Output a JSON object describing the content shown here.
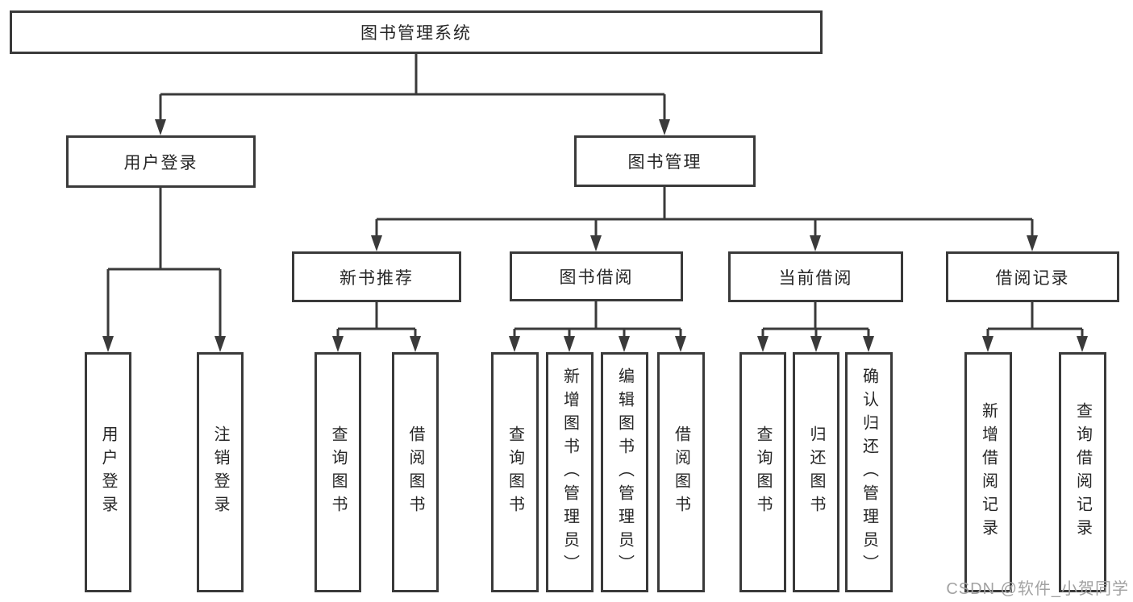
{
  "colors": {
    "line": "#3a3a3a",
    "box_border": "#3a3a3a",
    "text": "#262626",
    "watermark": "#a2a2a2",
    "background": "#ffffff"
  },
  "diagram": {
    "root": {
      "label": "图书管理系统"
    },
    "branches": [
      {
        "label": "用户登录",
        "children": [
          {
            "label": "用户登录"
          },
          {
            "label": "注销登录"
          }
        ]
      },
      {
        "label": "图书管理",
        "children": [
          {
            "label": "新书推荐",
            "children": [
              {
                "label": "查询图书"
              },
              {
                "label": "借阅图书"
              }
            ]
          },
          {
            "label": "图书借阅",
            "children": [
              {
                "label": "查询图书"
              },
              {
                "label": "新增图书（管理员）"
              },
              {
                "label": "编辑图书（管理员）"
              },
              {
                "label": "借阅图书"
              }
            ]
          },
          {
            "label": "当前借阅",
            "children": [
              {
                "label": "查询图书"
              },
              {
                "label": "归还图书"
              },
              {
                "label": "确认归还（管理员）"
              }
            ]
          },
          {
            "label": "借阅记录",
            "children": [
              {
                "label": "新增借阅记录"
              },
              {
                "label": "查询借阅记录"
              }
            ]
          }
        ]
      }
    ]
  },
  "watermark": {
    "text": "CSDN @软件_小贺同学"
  }
}
